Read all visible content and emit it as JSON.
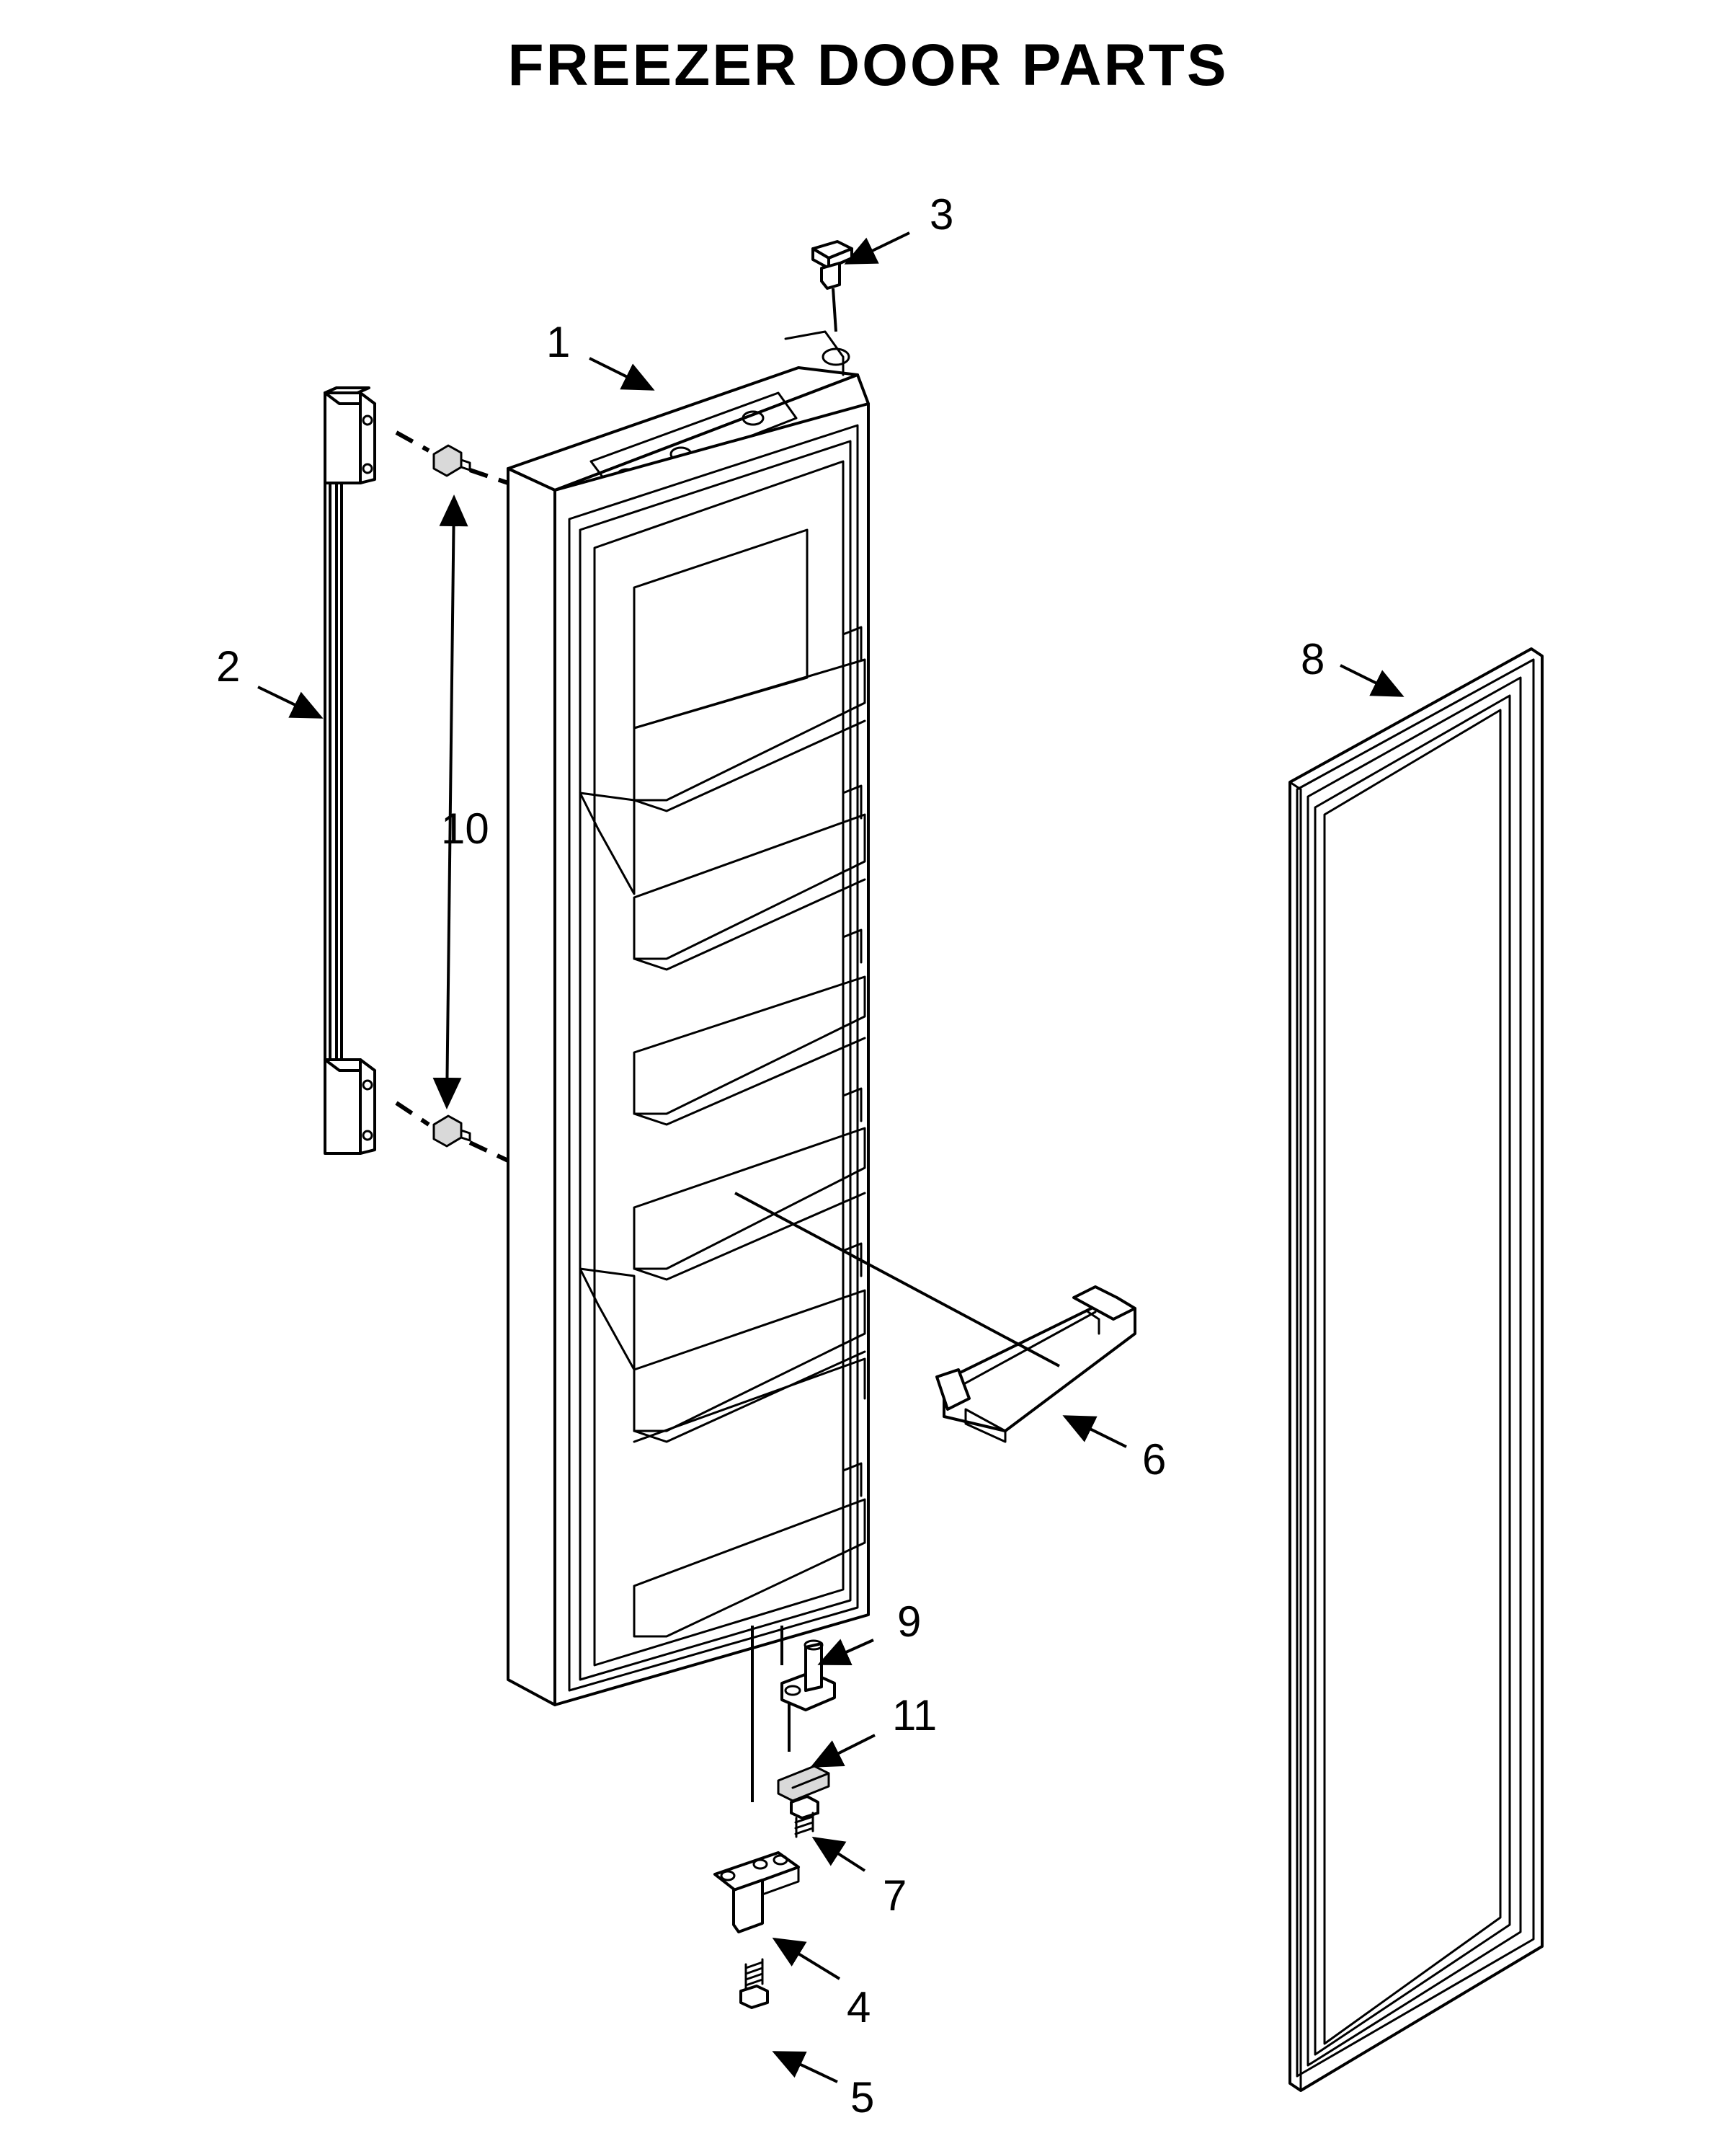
{
  "title": "FREEZER DOOR PARTS",
  "callouts": [
    {
      "id": "part-1",
      "label": "1"
    },
    {
      "id": "part-2",
      "label": "2"
    },
    {
      "id": "part-3",
      "label": "3"
    },
    {
      "id": "part-4",
      "label": "4"
    },
    {
      "id": "part-5",
      "label": "5"
    },
    {
      "id": "part-6",
      "label": "6"
    },
    {
      "id": "part-7",
      "label": "7"
    },
    {
      "id": "part-8",
      "label": "8"
    },
    {
      "id": "part-9",
      "label": "9"
    },
    {
      "id": "part-10",
      "label": "10"
    },
    {
      "id": "part-11",
      "label": "11"
    }
  ]
}
